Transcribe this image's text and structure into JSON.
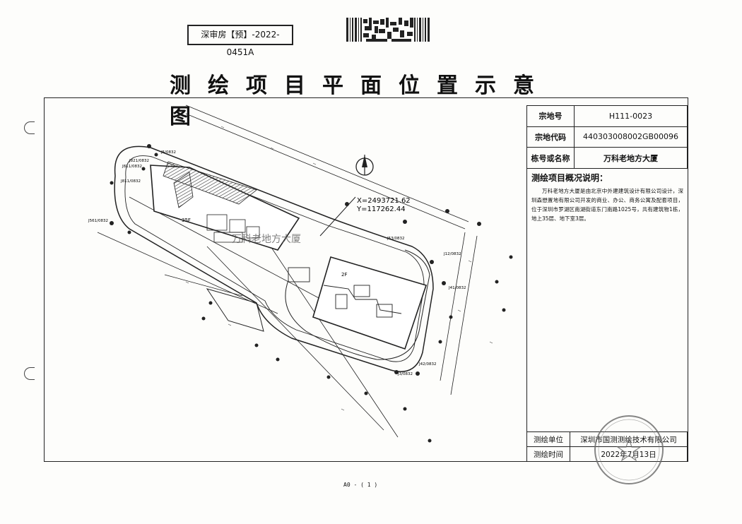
{
  "header": {
    "reference_number": "深审房【预】-2022-0451A",
    "title": "测绘项目平面位置示意图"
  },
  "info_table": [
    {
      "label": "宗地号",
      "value": "H111-0023"
    },
    {
      "label": "宗地代码",
      "value": "440303008002GB00096"
    },
    {
      "label": "栋号或名称",
      "value": "万科老地方大厦"
    }
  ],
  "description": {
    "heading": "测绘项目概况说明：",
    "body": "万科老地方大厦是由北京中外建建筑设计有限公司设计，深圳森懋置地有限公司开发的商业、办公、商务公寓及配套项目，位于深圳市罗湖区南湖街道东门南路1025号，共有建筑物1栋，地上35层、地下室3层。"
  },
  "footer_table": [
    {
      "label": "测绘单位",
      "value": "深圳市国测测绘技术有限公司"
    },
    {
      "label": "测绘时间",
      "value": "2022年7月13日"
    }
  ],
  "map": {
    "coord_x": "X=2493721.62",
    "coord_y": "Y=117262.44",
    "watermark": "万科老地方大厦",
    "tower_floors": "35F",
    "podium_floors": "2F",
    "station_ids": [
      "J561/0832",
      "J811/0832",
      "J821/0832",
      "J811/0832",
      "J5/0832",
      "J53/0832",
      "J3/0832",
      "J42/0832",
      "J41/0832",
      "J12/0832"
    ],
    "north_arrow": "north-arrow-icon"
  },
  "page_number": "A0 - ( 1 )",
  "colors": {
    "ink": "#111111",
    "hatch": "#333333",
    "seal": "#666666"
  }
}
